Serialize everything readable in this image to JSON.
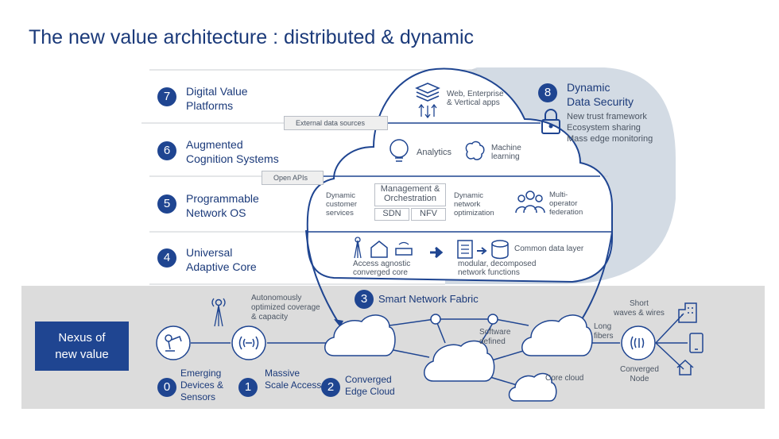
{
  "title": "The new value architecture : distributed & dynamic",
  "layers": [
    {
      "num": "7",
      "label": "Digital Value\nPlatforms"
    },
    {
      "num": "6",
      "label": "Augmented\nCognition Systems"
    },
    {
      "num": "5",
      "label": "Programmable\nNetwork OS"
    },
    {
      "num": "4",
      "label": "Universal\nAdaptive Core"
    }
  ],
  "security": {
    "num": "8",
    "title": "Dynamic\nData Security",
    "items": "New trust framework\nEcosystem sharing\nMass edge monitoring"
  },
  "tags": {
    "external": "External data sources",
    "open_apis": "Open APIs"
  },
  "cloud": {
    "web_apps": "Web, Enterprise\n& Vertical apps",
    "analytics": "Analytics",
    "ml": "Machine\nlearning",
    "dynamic_services": "Dynamic\ncustomer\nservices",
    "mgmt": "Management &\nOrchestration",
    "sdn": "SDN",
    "nfv": "NFV",
    "dyn_opt": "Dynamic\nnetwork\noptimization",
    "multi_op": "Multi-\noperator\nfederation",
    "access_agnostic": "Access agnostic\nconverged core",
    "common_data": "Common data layer",
    "modular": "modular, decomposed\nnetwork functions"
  },
  "fabric": {
    "nexus": "Nexus of\nnew value",
    "autonomous": "Autonomously\noptimized coverage\n& capacity",
    "smart_num": "3",
    "smart_label": "Smart Network Fabric",
    "software_defined": "Software\ndefined",
    "core_cloud": "Core cloud",
    "short_waves": "Short\nwaves & wires",
    "long_fibers": "Long\nfibers",
    "converged_node": "Converged\nNode",
    "n0": "0",
    "l0": "Emerging\nDevices &\nSensors",
    "n1": "1",
    "l1": "Massive\nScale Access",
    "n2": "2",
    "l2": "Converged\nEdge Cloud"
  },
  "colors": {
    "navy": "#1f4591",
    "band": "#dcdcdc",
    "security_bg": "#d3dbe4"
  }
}
